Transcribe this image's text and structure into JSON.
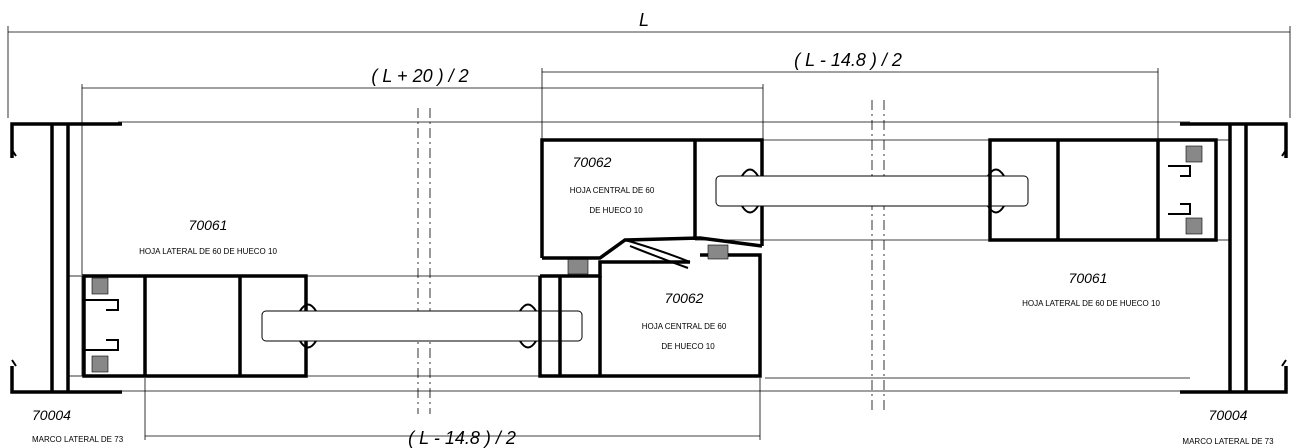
{
  "dimensions": {
    "total": "L",
    "left_sash": "( L + 20 ) / 2",
    "right_sash_top": "( L - 14.8 ) / 2",
    "left_sash_bottom": "( L - 14.8 ) / 2"
  },
  "profiles": {
    "left_lateral_sash": {
      "code": "70061",
      "description": "HOJA LATERAL DE 60 DE HUECO 10"
    },
    "upper_central_sash": {
      "code": "70062",
      "description_line1": "HOJA CENTRAL DE 60",
      "description_line2": "DE HUECO 10"
    },
    "lower_central_sash": {
      "code": "70062",
      "description_line1": "HOJA CENTRAL DE 60",
      "description_line2": "DE HUECO 10"
    },
    "right_lateral_sash": {
      "code": "70061",
      "description": "HOJA LATERAL DE 60 DE HUECO 10"
    },
    "left_frame": {
      "code": "70004",
      "description": "MARCO LATERAL DE 73"
    },
    "right_frame": {
      "code": "70004",
      "description": "MARCO LATERAL DE 73"
    }
  }
}
